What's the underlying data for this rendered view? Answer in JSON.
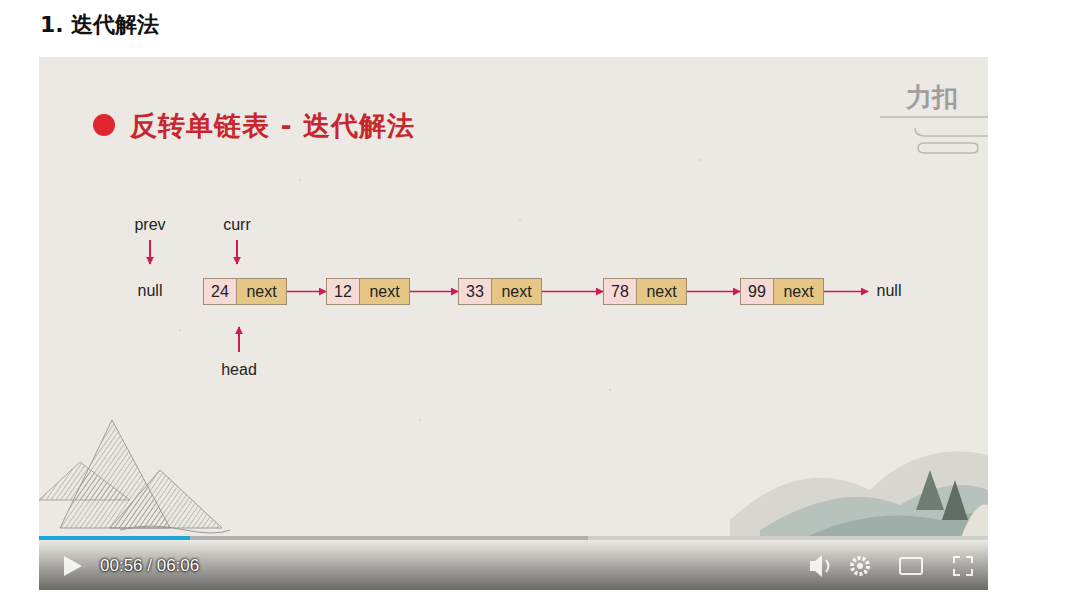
{
  "diagram": {
    "title": "1. 迭代解法",
    "nodes": [
      {
        "text": [
          "24",
          "next"
        ]
      },
      {
        "text": [
          "12",
          "next"
        ]
      },
      {
        "text": [
          "33",
          "next"
        ]
      },
      {
        "text": [
          "78",
          "next"
        ]
      },
      {
        "text": [
          "99",
          "next"
        ]
      }
    ],
    "edges": [
      {
        "from": 0,
        "to": 1,
        "arrow": "to"
      },
      {
        "from": 1,
        "to": 2,
        "arrow": "to"
      },
      {
        "from": 2,
        "to": 3,
        "arrow": "to"
      },
      {
        "from": 3,
        "to": 4,
        "arrow": "to"
      }
    ],
    "labels": [
      "反转单链表 - 迭代解法",
      "prev",
      "curr",
      "head",
      "null",
      "null",
      "力扣",
      "00:56 / 06:06"
    ]
  }
}
